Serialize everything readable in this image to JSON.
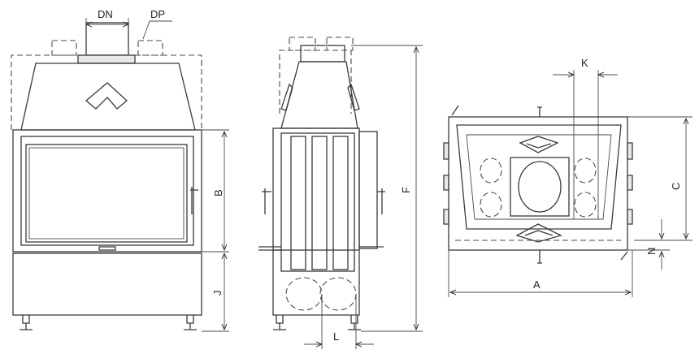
{
  "labels": {
    "DN": "DN",
    "DP": "DP",
    "B": "B",
    "J": "J",
    "F": "F",
    "L": "L",
    "K": "K",
    "C": "C",
    "N": "N",
    "A": "A"
  }
}
